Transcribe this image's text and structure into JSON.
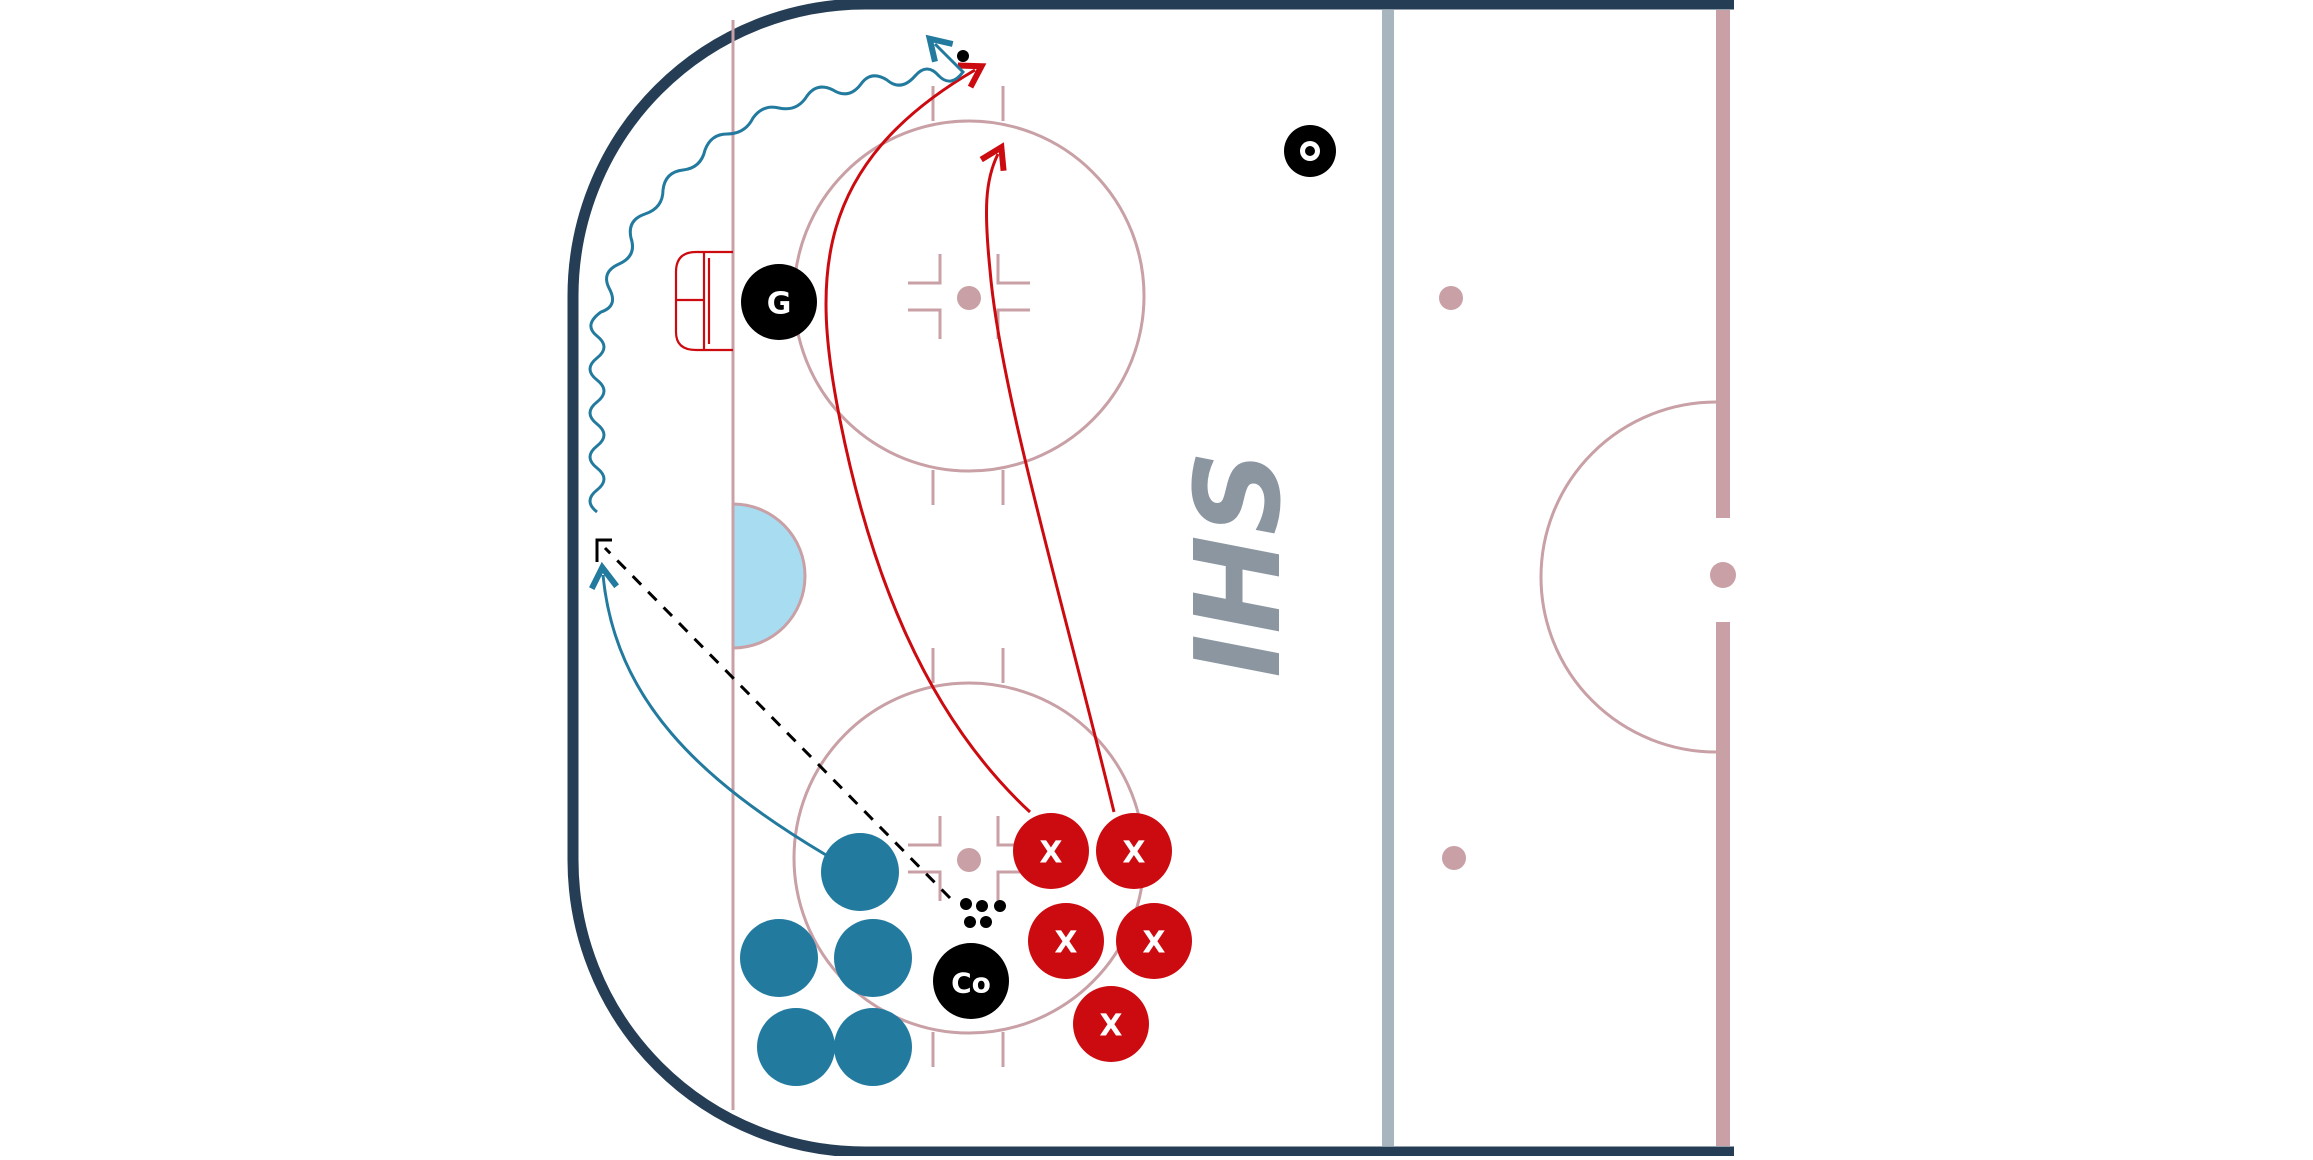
{
  "drill": {
    "logo_text": "IHS",
    "goalie_label": "G",
    "coach_label": "Co",
    "forward_label": "X",
    "forwards_count": 5,
    "defense_count": 5,
    "pucks_count": 5
  },
  "colors": {
    "boards": "#263e55",
    "lines": "#c8a0a5",
    "blue_line": "#a7b5bf",
    "crease": "#a8dcf1",
    "red_team": "#cc0b10",
    "blue_team": "#237a9f",
    "goalie": "#000000",
    "coach": "#000000",
    "pass": "#000000",
    "logo": "#8b96a1"
  },
  "icons": {
    "goal": "goal-net-icon",
    "pylon": "pylon-icon",
    "puck": "puck-icon"
  }
}
